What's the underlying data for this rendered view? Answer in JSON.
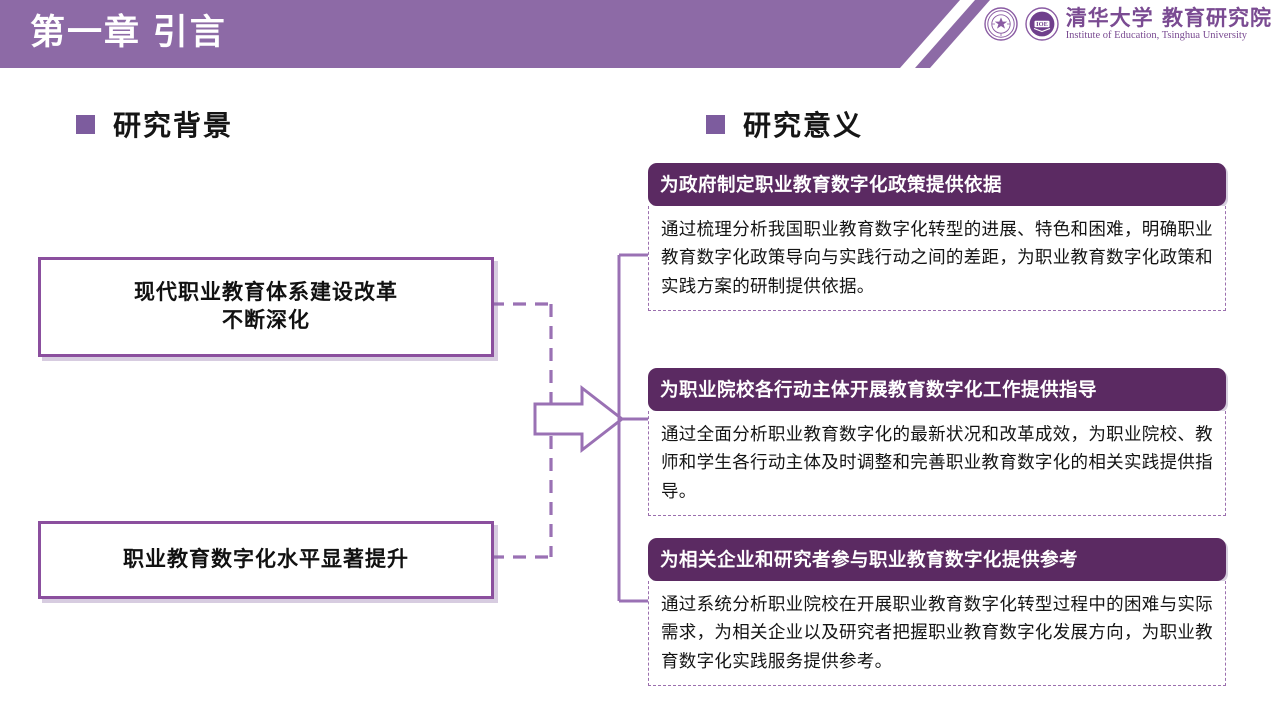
{
  "header": {
    "title": "第一章  引言",
    "logo": {
      "cn": "清华大学 教育研究院",
      "en": "Institute of Education, Tsinghua University",
      "seal_left_name": "tsinghua-university-seal-icon",
      "seal_right_name": "institute-of-education-seal-icon"
    },
    "bg_color": "#8d6aa6"
  },
  "sections": {
    "left": {
      "label": "研究背景",
      "bullet_color": "#7d5c9e"
    },
    "right": {
      "label": "研究意义",
      "bullet_color": "#7d5c9e"
    }
  },
  "background_boxes": [
    {
      "text": "现代职业教育体系建设改革\n不断深化",
      "line1": "现代职业教育体系建设改革",
      "line2": "不断深化"
    },
    {
      "text": "职业教育数字化水平显著提升",
      "line1": "职业教育数字化水平显著提升",
      "line2": ""
    }
  ],
  "significance_cards": [
    {
      "title": "为政府制定职业教育数字化政策提供依据",
      "body": "通过梳理分析我国职业教育数字化转型的进展、特色和困难，明确职业教育数字化政策导向与实践行动之间的差距，为职业教育数字化政策和实践方案的研制提供依据。"
    },
    {
      "title": "为职业院校各行动主体开展教育数字化工作提供指导",
      "body": "通过全面分析职业教育数字化的最新状况和改革成效，为职业院校、教师和学生各行动主体及时调整和完善职业教育数字化的相关实践提供指导。"
    },
    {
      "title": "为相关企业和研究者参与职业教育数字化提供参考",
      "body": "通过系统分析职业院校在开展职业教育数字化转型过程中的困难与实际需求，为相关企业以及研究者把握职业教育数字化发展方向，为职业教育数字化实践服务提供参考。"
    }
  ],
  "colors": {
    "header_purple": "#8d6aa6",
    "card_header_purple": "#5b2a62",
    "box_border_purple": "#8B4F9E",
    "dashed_purple": "#9b6fae",
    "connector_purple": "#9a71b4",
    "logo_purple": "#7a4b92"
  }
}
